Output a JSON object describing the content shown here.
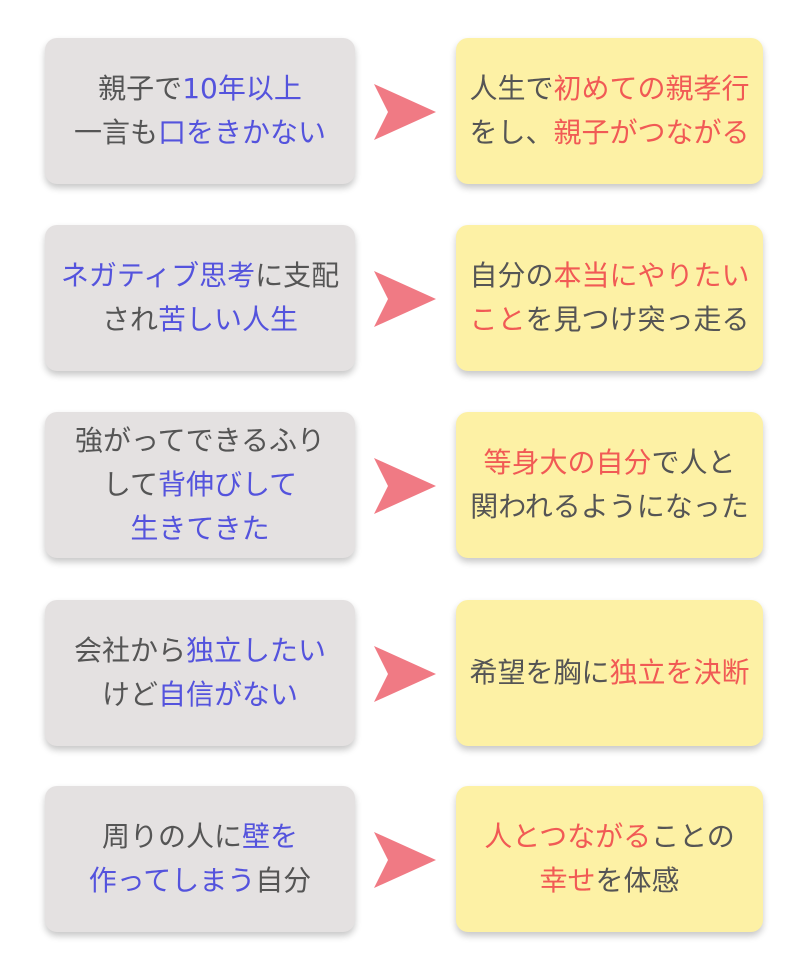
{
  "colors": {
    "left_box_bg": "#e4e1e1",
    "right_box_bg": "#fdf1a5",
    "left_highlight": "#5453dd",
    "right_highlight": "#f15a55",
    "arrow": "#f07a84",
    "text": "#555555"
  },
  "rows": [
    {
      "before": [
        [
          {
            "t": "親子で"
          },
          {
            "t": "10年以上",
            "em": true
          }
        ],
        [
          {
            "t": "一言も"
          },
          {
            "t": "口をきかない",
            "em": true
          }
        ]
      ],
      "after": [
        [
          {
            "t": "人生で"
          },
          {
            "t": "初めての親孝行",
            "em": true
          }
        ],
        [
          {
            "t": "をし、"
          },
          {
            "t": "親子がつながる",
            "em": true
          }
        ]
      ]
    },
    {
      "before": [
        [
          {
            "t": "ネガティブ思考",
            "em": true
          },
          {
            "t": "に支配"
          }
        ],
        [
          {
            "t": "され"
          },
          {
            "t": "苦しい人生",
            "em": true
          }
        ]
      ],
      "after": [
        [
          {
            "t": "自分の"
          },
          {
            "t": "本当にやりたい",
            "em": true
          }
        ],
        [
          {
            "t": "こと",
            "em": true
          },
          {
            "t": "を見つけ突っ走る"
          }
        ]
      ]
    },
    {
      "before": [
        [
          {
            "t": "強がってできるふり"
          }
        ],
        [
          {
            "t": "して"
          },
          {
            "t": "背伸びして",
            "em": true
          }
        ],
        [
          {
            "t": "生きてきた",
            "em": true
          }
        ]
      ],
      "after": [
        [
          {
            "t": "等身大の自分",
            "em": true
          },
          {
            "t": "で人と"
          }
        ],
        [
          {
            "t": "関われるようになった"
          }
        ]
      ]
    },
    {
      "before": [
        [
          {
            "t": "会社から"
          },
          {
            "t": "独立したい",
            "em": true
          }
        ],
        [
          {
            "t": "けど"
          },
          {
            "t": "自信がない",
            "em": true
          }
        ]
      ],
      "after": [
        [
          {
            "t": "希望を胸に"
          },
          {
            "t": "独立を決断",
            "em": true
          }
        ]
      ]
    },
    {
      "before": [
        [
          {
            "t": "周りの人に"
          },
          {
            "t": "壁を",
            "em": true
          }
        ],
        [
          {
            "t": "作ってしまう",
            "em": true
          },
          {
            "t": "自分"
          }
        ]
      ],
      "after": [
        [
          {
            "t": "人とつながる",
            "em": true
          },
          {
            "t": "ことの"
          }
        ],
        [
          {
            "t": "幸せ",
            "em": true
          },
          {
            "t": "を体感"
          }
        ]
      ]
    }
  ]
}
